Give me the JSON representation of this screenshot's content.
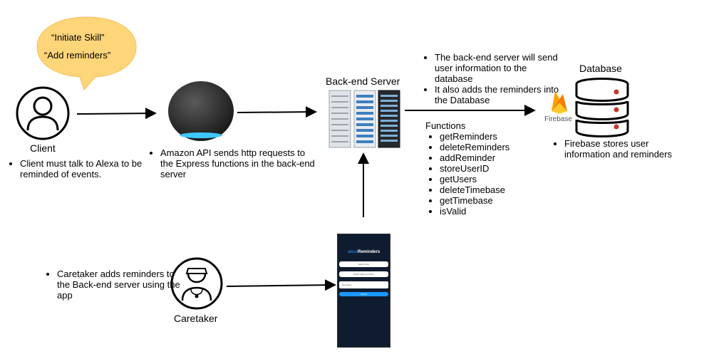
{
  "speech_bubble": {
    "line1": "“Initiate Skill”",
    "line2": "“Add reminders”",
    "color": "#FFD57A"
  },
  "client": {
    "label": "Client",
    "notes": [
      "Client must talk to Alexa to be reminded of events."
    ]
  },
  "alexa": {
    "notes": [
      "Amazon API sends http requests to the Express functions in the back-end server"
    ]
  },
  "server": {
    "title": "Back-end Server",
    "notes": [
      "The back-end server will send user information to the database",
      "It also adds the reminders into the Database"
    ],
    "functions_title": "Functions",
    "functions": [
      "getReminders",
      "deleteReminders",
      "addReminder",
      "storeUserID",
      "getUsers",
      "deleteTimebase",
      "getTimebase",
      "isValid"
    ]
  },
  "database": {
    "title": "Database",
    "firebase_label": "Firebase",
    "notes": [
      "Firebase stores user information and reminders"
    ]
  },
  "caretaker": {
    "label": "Caretaker",
    "notes": [
      "Caretaker adds reminders to the Back-end server using the app"
    ]
  },
  "phone_app": {
    "brand": "alexa",
    "title": "Reminders",
    "fields": [
      "Select User",
      "Select Date and Time",
      "Reminder"
    ],
    "button": "Submit",
    "accent": "#1A98FF",
    "background": "#0F1B2E"
  }
}
